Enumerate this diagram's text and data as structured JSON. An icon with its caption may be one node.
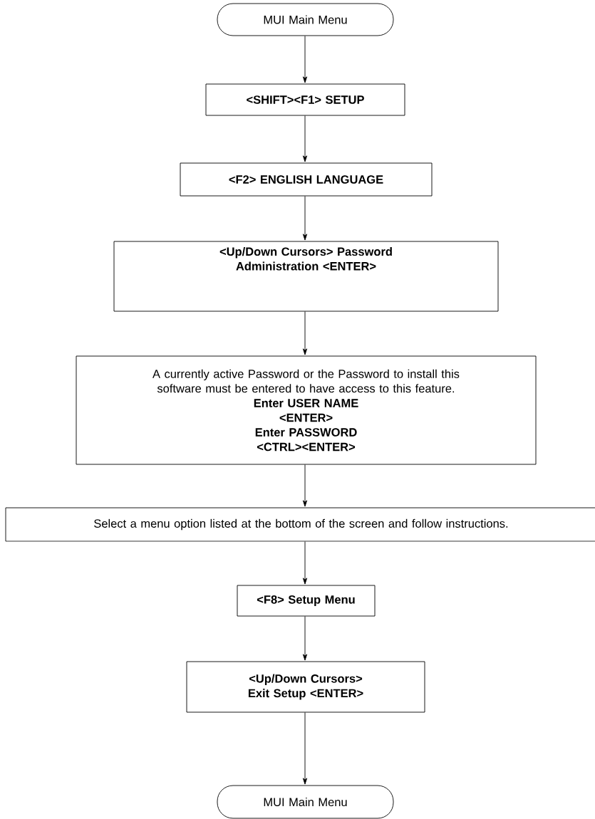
{
  "diagram": {
    "nodes": [
      {
        "text": [
          "MUI Main Menu"
        ]
      },
      {
        "text": [
          "<SHIFT><F1> SETUP"
        ]
      },
      {
        "text": [
          "<F2> ENGLISH LANGUAGE"
        ]
      },
      {
        "text": [
          "<Up/Down Cursors> Password Administration <ENTER>"
        ]
      },
      {
        "text": [
          "A currently active Password or the Password to install this software must be entered to have access to this feature.",
          "Enter USER NAME",
          "<ENTER>",
          "Enter PASSWORD",
          "<CTRL><ENTER>"
        ]
      },
      {
        "text": [
          "Select a menu option listed at the bottom of the screen and follow instructions."
        ]
      },
      {
        "text": [
          "<F8> Setup Menu"
        ]
      },
      {
        "text": [
          "<Up/Down Cursors> Exit Setup <ENTER>"
        ]
      },
      {
        "text": [
          "MUI Main Menu"
        ]
      }
    ],
    "edges": [
      {
        "from": 0,
        "to": 1,
        "arrow": "to"
      },
      {
        "from": 1,
        "to": 2,
        "arrow": "to"
      },
      {
        "from": 2,
        "to": 3,
        "arrow": "to"
      },
      {
        "from": 3,
        "to": 4,
        "arrow": "to"
      },
      {
        "from": 4,
        "to": 5,
        "arrow": "to"
      },
      {
        "from": 5,
        "to": 6,
        "arrow": "to"
      },
      {
        "from": 6,
        "to": 7,
        "arrow": "to"
      },
      {
        "from": 7,
        "to": 8,
        "arrow": "to"
      }
    ]
  }
}
